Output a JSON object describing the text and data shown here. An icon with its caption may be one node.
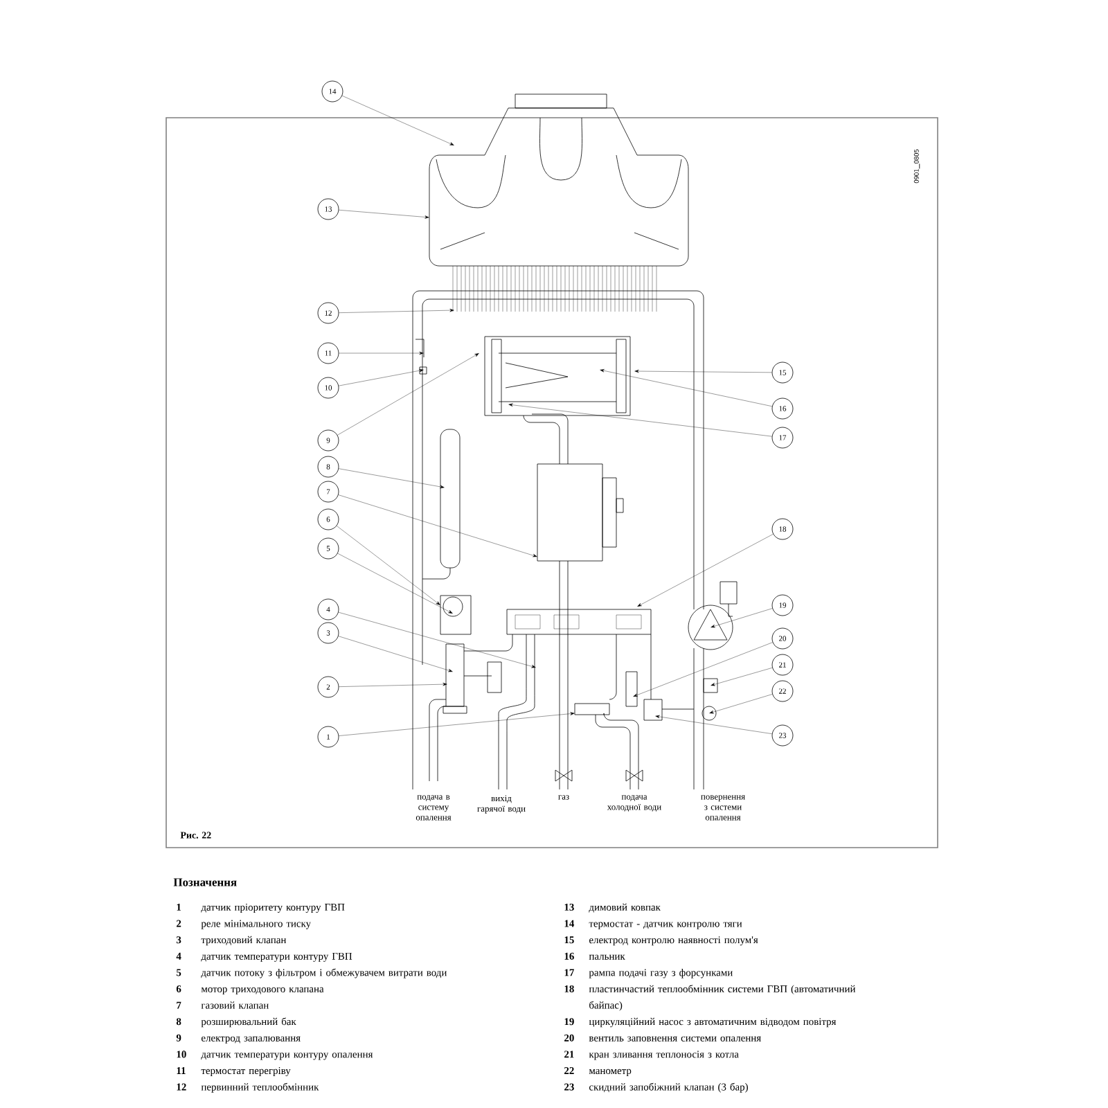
{
  "diagram": {
    "nodes": [
      {
        "text": [
          "1"
        ]
      },
      {
        "text": [
          "2"
        ]
      },
      {
        "text": [
          "3"
        ]
      },
      {
        "text": [
          "4"
        ]
      },
      {
        "text": [
          "5"
        ]
      },
      {
        "text": [
          "6"
        ]
      },
      {
        "text": [
          "7"
        ]
      },
      {
        "text": [
          "8"
        ]
      },
      {
        "text": [
          "9"
        ]
      },
      {
        "text": [
          "10"
        ]
      },
      {
        "text": [
          "11"
        ]
      },
      {
        "text": [
          "12"
        ]
      },
      {
        "text": [
          "13"
        ]
      },
      {
        "text": [
          "14"
        ]
      },
      {
        "text": [
          "15"
        ]
      },
      {
        "text": [
          "16"
        ]
      },
      {
        "text": [
          "17"
        ]
      },
      {
        "text": [
          "18"
        ]
      },
      {
        "text": [
          "19"
        ]
      },
      {
        "text": [
          "20"
        ]
      },
      {
        "text": [
          "21"
        ]
      },
      {
        "text": [
          "22"
        ]
      },
      {
        "text": [
          "23"
        ]
      }
    ],
    "edges": [
      {
        "from": 0,
        "to": null,
        "arrow": "to"
      },
      {
        "from": 1,
        "to": null,
        "arrow": "to"
      },
      {
        "from": 2,
        "to": null,
        "arrow": "to"
      },
      {
        "from": 3,
        "to": null,
        "arrow": "to"
      },
      {
        "from": 4,
        "to": null,
        "arrow": "to"
      },
      {
        "from": 5,
        "to": null,
        "arrow": "to"
      },
      {
        "from": 6,
        "to": null,
        "arrow": "to"
      },
      {
        "from": 7,
        "to": null,
        "arrow": "to"
      },
      {
        "from": 8,
        "to": null,
        "arrow": "to"
      },
      {
        "from": 9,
        "to": null,
        "arrow": "to"
      },
      {
        "from": 10,
        "to": null,
        "arrow": "to"
      },
      {
        "from": 11,
        "to": null,
        "arrow": "to"
      },
      {
        "from": 12,
        "to": null,
        "arrow": "to"
      },
      {
        "from": 13,
        "to": null,
        "arrow": "to"
      },
      {
        "from": 14,
        "to": null,
        "arrow": "to"
      },
      {
        "from": 15,
        "to": null,
        "arrow": "to"
      },
      {
        "from": 16,
        "to": null,
        "arrow": "to"
      },
      {
        "from": 17,
        "to": null,
        "arrow": "to"
      },
      {
        "from": 18,
        "to": null,
        "arrow": "to"
      },
      {
        "from": 19,
        "to": null,
        "arrow": "to"
      },
      {
        "from": 20,
        "to": null,
        "arrow": "to"
      },
      {
        "from": 21,
        "to": null,
        "arrow": "to"
      },
      {
        "from": 22,
        "to": null,
        "arrow": "to"
      }
    ],
    "labels": [
      "0901_0805",
      "подача в систему опалення",
      "вихід гарячої води",
      "газ",
      "подача холодної води",
      "повернення з системи опалення",
      "Рис. 22",
      "Позначення",
      "1",
      "датчик пріоритету контуру ГВП",
      "2",
      "реле мінімального тиску",
      "3",
      "триходовий клапан",
      "4",
      "датчик температури контуру ГВП",
      "5",
      "датчик потоку з фільтром і обмежувачем витрати води",
      "6",
      "мотор триходового клапана",
      "7",
      "газовий клапан",
      "8",
      "розширювальний бак",
      "9",
      "електрод запалювання",
      "10",
      "датчик температури контуру опалення",
      "11",
      "термостат перегріву",
      "12",
      "первинний теплообмінник",
      "13",
      "димовий ковпак",
      "14",
      "термостат - датчик контролю тяги",
      "15",
      "електрод контролю наявності полум'я",
      "16",
      "пальник",
      "17",
      "рампа подачі газу з форсунками",
      "18",
      "пластинчастий теплообмінник системи ГВП (автоматичний байпас)",
      "19",
      "циркуляційний насос з автоматичним відводом повітря",
      "20",
      "вентиль заповнення системи опалення",
      "21",
      "кран зливання теплоносія з котла",
      "22",
      "манометр",
      "23",
      "скидний запобіжний клапан (3 бар)"
    ]
  }
}
